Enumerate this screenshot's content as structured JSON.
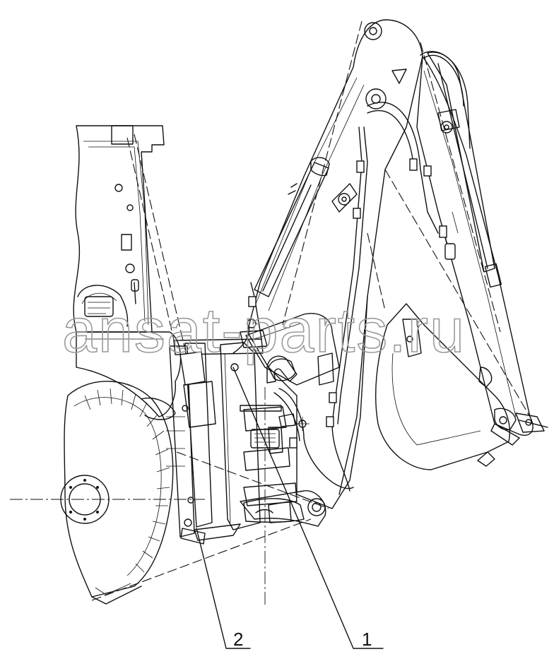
{
  "watermark": {
    "text": "ansat-parts.ru"
  },
  "callouts": [
    {
      "id": "callout-1",
      "label": "1"
    },
    {
      "id": "callout-2",
      "label": "2"
    }
  ]
}
